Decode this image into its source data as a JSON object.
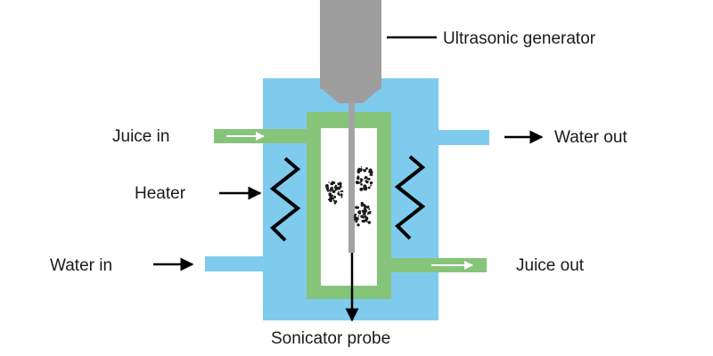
{
  "labels": {
    "generator": "Ultrasonic generator",
    "juice_in": "Juice in",
    "water_out": "Water out",
    "heater": "Heater",
    "water_in": "Water in",
    "juice_out": "Juice out",
    "probe": "Sonicator probe"
  },
  "colors": {
    "water_jacket": "#7ecbee",
    "juice_chamber": "#86c47a",
    "generator_body": "#9e9e9e",
    "probe": "#a3a3a3",
    "particles": "#1c1c1c",
    "arrows": "#000000"
  }
}
